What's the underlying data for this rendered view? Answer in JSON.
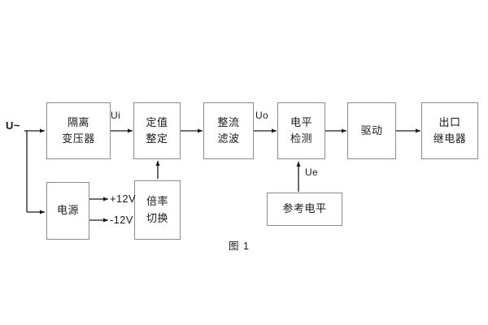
{
  "figure": {
    "caption": "图 1",
    "source_label": "U~",
    "colors": {
      "background": "#ffffff",
      "box_border": "#8c8c8c",
      "wire": "#1a1a1a",
      "text": "#1a1a1a"
    }
  },
  "blocks": [
    {
      "id": "isolation-transformer",
      "lines": [
        "隔离",
        "变压器"
      ]
    },
    {
      "id": "setting-value",
      "lines": [
        "定值",
        "整定"
      ]
    },
    {
      "id": "rectify-filter",
      "lines": [
        "整流",
        "滤波"
      ]
    },
    {
      "id": "level-detect",
      "lines": [
        "电平",
        "检测"
      ]
    },
    {
      "id": "drive",
      "lines": [
        "驱动"
      ]
    },
    {
      "id": "output-relay",
      "lines": [
        "出口",
        "继电器"
      ]
    },
    {
      "id": "power-supply",
      "lines": [
        "电源"
      ]
    },
    {
      "id": "multiplier-switch",
      "lines": [
        "倍率",
        "切换"
      ]
    },
    {
      "id": "reference-level",
      "lines": [
        "参考电平"
      ]
    }
  ],
  "signals": {
    "ui": "Ui",
    "uo": "Uo",
    "ue": "Ue"
  },
  "rails": {
    "positive": "+12V",
    "negative": "-12V"
  }
}
